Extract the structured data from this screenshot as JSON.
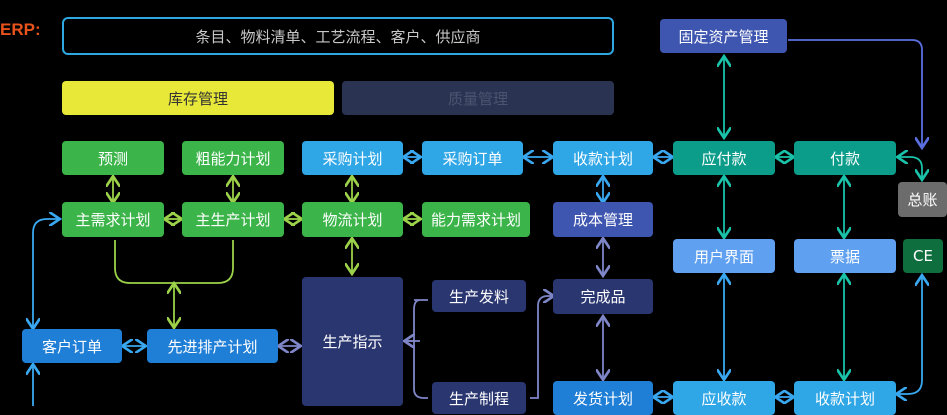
{
  "title": "ERP:",
  "banner": "条目、物料清单、工艺流程、客户、供应商",
  "inventory": "库存管理",
  "quality": "质量管理",
  "forecast": "预测",
  "rough_capacity": "粗能力计划",
  "purchase_plan": "采购计划",
  "purchase_order": "采购订单",
  "receipt_plan_top": "收款计划",
  "payable": "应付款",
  "payment": "付款",
  "fixed_assets": "固定资产管理",
  "general_ledger": "总账",
  "master_demand": "主需求计划",
  "master_production": "主生产计划",
  "logistics": "物流计划",
  "capacity_demand": "能力需求计划",
  "cost_management": "成本管理",
  "user_interface": "用户界面",
  "invoice": "票据",
  "ce": "CE",
  "customer_order": "客户订单",
  "advanced_scheduling": "先进排产计划",
  "production_instruction": "生产指示",
  "production_issue": "生产发料",
  "finished_goods": "完成品",
  "production_process": "生产制程",
  "shipping_plan": "发货计划",
  "receivable": "应收款",
  "receipt_plan_bottom": "收款计划",
  "colors": {
    "green": "#3bb44a",
    "light_blue": "#2fa6e6",
    "teal": "#0b9c8a",
    "indigo": "#3f56b0",
    "navy": "#2a3670",
    "yellow": "#e8e838",
    "accent": "#e8521b"
  }
}
